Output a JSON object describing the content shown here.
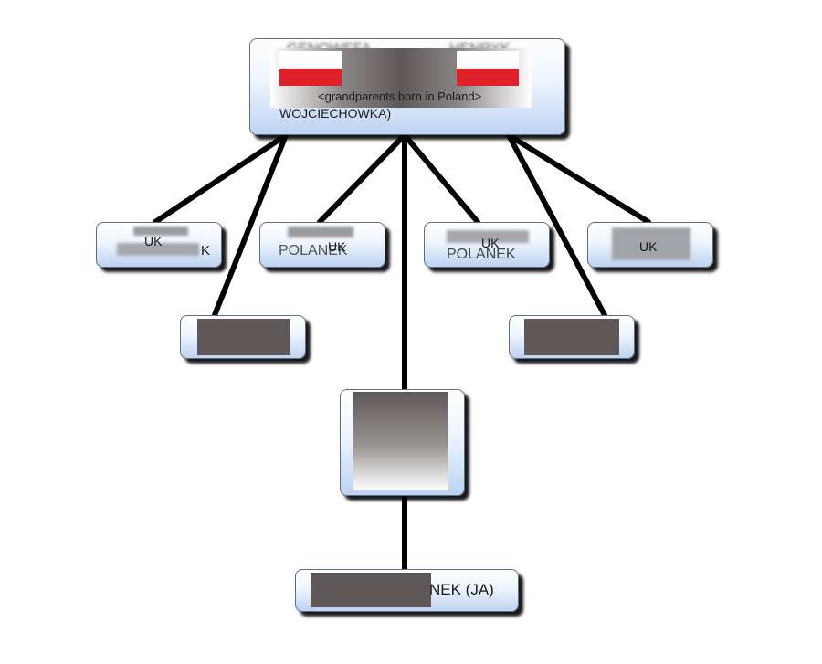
{
  "top_box": {
    "name_left": "GENOWEFA",
    "name_right": "HENRYK",
    "note": "<grandparents born in Poland>",
    "maiden_name": "WOJCIECHOWKA)"
  },
  "children": [
    {
      "label": "UK",
      "surname_fragment": "K"
    },
    {
      "label": "UK",
      "surname_fragment": "POLANEK"
    },
    {
      "label": "UK",
      "surname_fragment": "POLANEK"
    },
    {
      "label": "UK",
      "surname_fragment": ""
    }
  ],
  "me_box": {
    "label": "NEK (JA)"
  },
  "colors": {
    "line": "#000000",
    "border": "#5b6f8a",
    "flag_red": "#e0202b",
    "redaction": "#5f5858"
  }
}
